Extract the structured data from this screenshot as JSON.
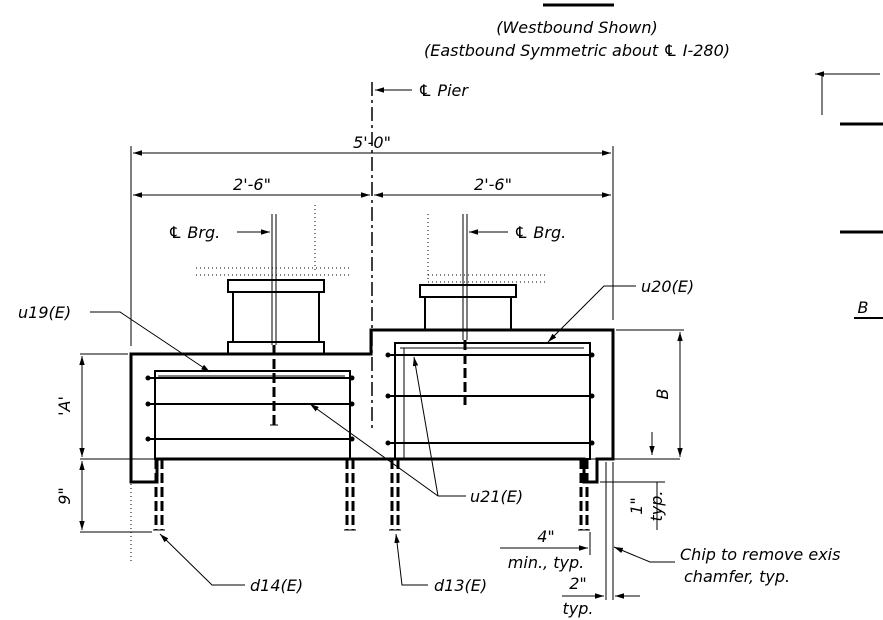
{
  "header": {
    "line1": "(Westbound Shown)",
    "line2": "(Eastbound Symmetric about ℄ I-280)"
  },
  "labels": {
    "pier_cl": "℄ Pier",
    "overall_width": "5'-0\"",
    "left_half": "2'-6\"",
    "right_half": "2'-6\"",
    "brg_left": "℄ Brg.",
    "brg_right": "℄ Brg.",
    "u19": "u19(E)",
    "u20": "u20(E)",
    "u21": "u21(E)",
    "d14": "d14(E)",
    "d13": "d13(E)",
    "dim_A": "'A'",
    "dim_B": "B",
    "dim_9": "9\"",
    "dim_1": "1\"",
    "dim_1_typ": "typ.",
    "dim_4": "4\"",
    "dim_4_note": "min., typ.",
    "dim_2": "2\"",
    "dim_2_typ": "typ.",
    "chip_line1": "Chip to remove exis",
    "chip_line2": "chamfer, typ.",
    "edge_label": "B"
  }
}
